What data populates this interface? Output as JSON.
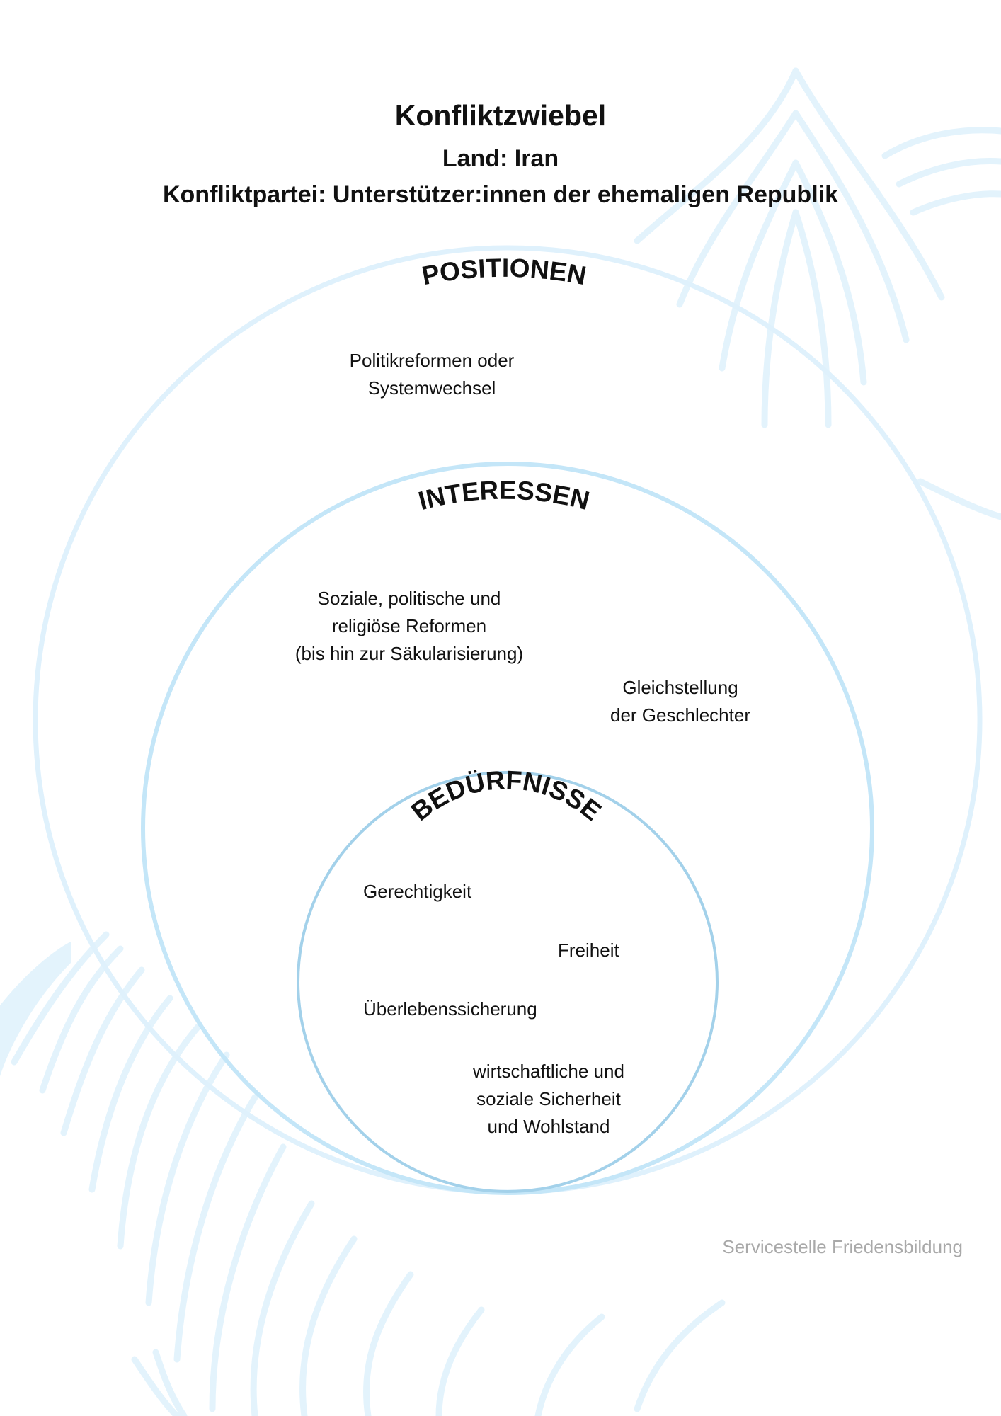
{
  "header": {
    "title": "Konfliktzwiebel",
    "country": "Land: Iran",
    "party": "Konfliktpartei: Unterstützer:innen der ehemaligen Republik"
  },
  "layers": {
    "positions": {
      "heading": "POSITIONEN",
      "items": [
        {
          "lines": [
            "Politikreformen oder",
            "Systemwechsel"
          ]
        }
      ]
    },
    "interests": {
      "heading": "INTERESSEN",
      "items": [
        {
          "lines": [
            "Soziale, politische und",
            "religiöse Reformen",
            "(bis hin zur Säkularisierung)"
          ]
        },
        {
          "lines": [
            "Gleichstellung",
            "der Geschlechter"
          ]
        }
      ]
    },
    "needs": {
      "heading": "BEDÜRFNISSE",
      "items": [
        {
          "lines": [
            "Gerechtigkeit"
          ]
        },
        {
          "lines": [
            "Freiheit"
          ]
        },
        {
          "lines": [
            "Überlebenssicherung"
          ]
        },
        {
          "lines": [
            "wirtschaftliche und",
            "soziale Sicherheit",
            "und Wohlstand"
          ]
        }
      ]
    }
  },
  "footer": {
    "credit": "Servicestelle Friedensbildung"
  },
  "colors": {
    "outer_ring": "#dff1fc",
    "middle_ring": "#c4e6f8",
    "inner_ring": "#a3d1ea",
    "background_onion": "#e3f3fc"
  }
}
